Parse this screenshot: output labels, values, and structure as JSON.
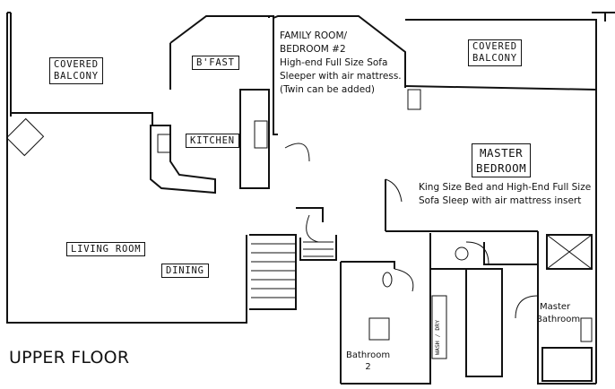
{
  "floor_title": "UPPER FLOOR",
  "rooms": {
    "covered_balcony_left": [
      "COVERED",
      "BALCONY"
    ],
    "bfast": "B'FAST",
    "kitchen": "KITCHEN",
    "family_room": {
      "lines": [
        "FAMILY ROOM/",
        "BEDROOM #2",
        "High-end Full Size Sofa",
        "Sleeper with air mattress.",
        "(Twin can be added)"
      ]
    },
    "covered_balcony_right": [
      "COVERED",
      "BALCONY"
    ],
    "master_bedroom": {
      "lines": [
        "MASTER",
        "BEDROOM"
      ],
      "note_lines": [
        "King Size Bed and High-End Full Size",
        "Sofa Sleep with air mattress insert"
      ]
    },
    "living_room": "LIVING ROOM",
    "dining": "DINING",
    "bathroom_2": [
      "Bathroom",
      "2"
    ],
    "master_bathroom": [
      "Master",
      "Bathroom"
    ],
    "washer_dryer": "WASH / DRY"
  },
  "colors": {
    "line": "#111111",
    "background": "#ffffff"
  }
}
